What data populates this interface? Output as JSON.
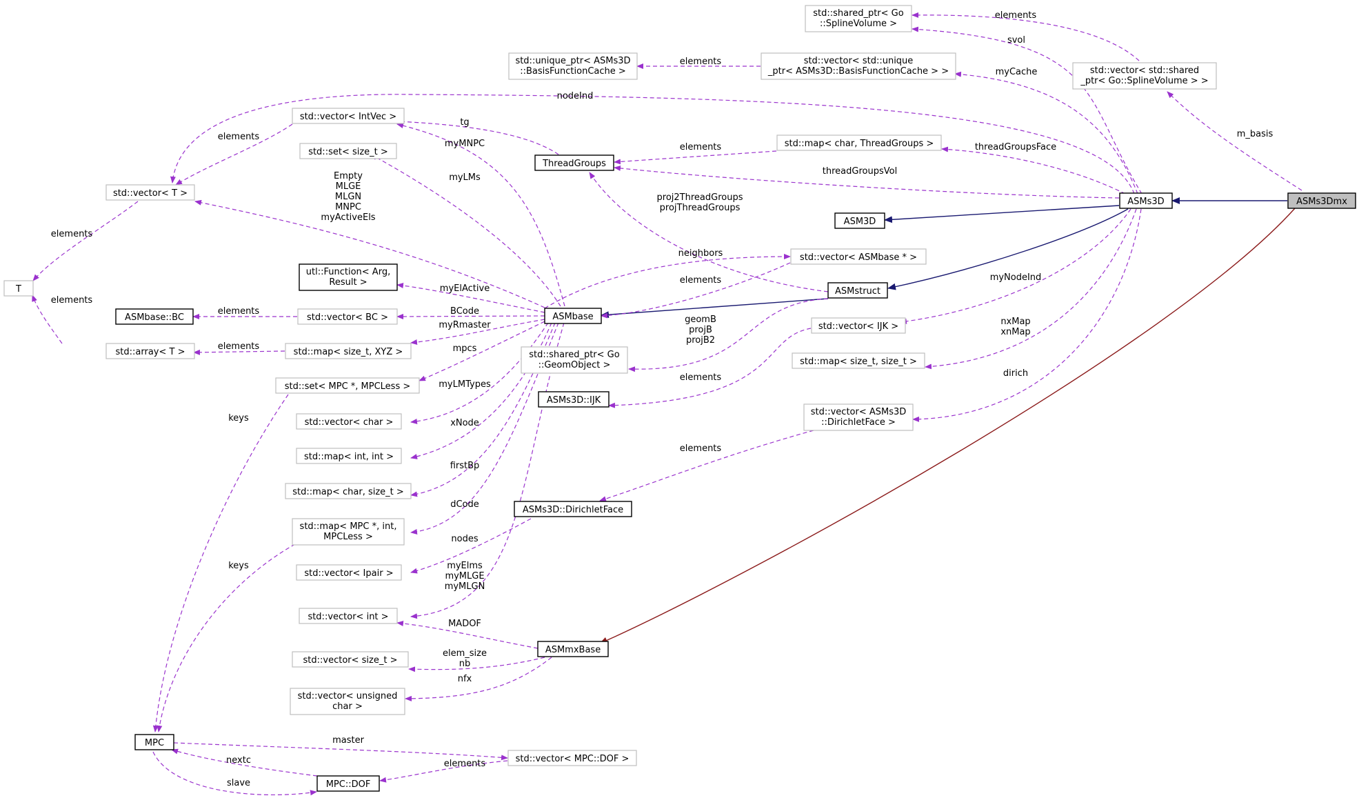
{
  "nodes": {
    "asms3dmx": "ASMs3Dmx",
    "asms3d": "ASMs3D",
    "asm3d": "ASM3D",
    "asmstruct": "ASMstruct",
    "asmbase": "ASMbase",
    "asmmxbase": "ASMmxBase",
    "threadgroups": "ThreadGroups",
    "t": "T",
    "mpc": "MPC",
    "mpc_dof": "MPC::DOF",
    "asmbase_bc": "ASMbase::BC",
    "asms3d_ijk": "ASMs3D::IJK",
    "asms3d_dirichletface": "ASMs3D::DirichletFace",
    "shared_ptr_splinevolume": [
      "std::shared_ptr< Go",
      "::SplineVolume >"
    ],
    "vector_shared_ptr_splinevolume": [
      "std::vector< std::shared",
      "_ptr< Go::SplineVolume > >"
    ],
    "unique_ptr_basisfunctioncache": [
      "std::unique_ptr< ASMs3D",
      "::BasisFunctionCache >"
    ],
    "vector_unique_ptr_basisfunctioncache": [
      "std::vector< std::unique",
      "_ptr< ASMs3D::BasisFunctionCache > >"
    ],
    "vector_intvec": "std::vector< IntVec >",
    "set_size_t": "std::set< size_t >",
    "vector_T": "std::vector< T >",
    "map_char_threadgroups": "std::map< char, ThreadGroups >",
    "utl_function": [
      "utl::Function< Arg,",
      "Result >"
    ],
    "vector_bc": "std::vector< BC >",
    "vector_asmbase_ptr": "std::vector< ASMbase * >",
    "map_size_t_xyz": "std::map< size_t, XYZ >",
    "array_T": "std::array< T >",
    "vector_ijk": "std::vector< IJK >",
    "shared_ptr_geomobject": [
      "std::shared_ptr< Go",
      "::GeomObject >"
    ],
    "map_size_t_size_t": "std::map< size_t, size_t >",
    "set_mpc_mpcless": "std::set< MPC *, MPCLess >",
    "vector_char": "std::vector< char >",
    "map_int_int": "std::map< int, int >",
    "map_char_size_t": "std::map< char, size_t >",
    "vector_dirichletface": [
      "std::vector< ASMs3D",
      "::DirichletFace >"
    ],
    "map_mpc_int_mpcless": [
      "std::map< MPC *, int,",
      "MPCLess >"
    ],
    "vector_ipair": "std::vector< Ipair >",
    "vector_int": "std::vector< int >",
    "vector_size_t": "std::vector< size_t >",
    "vector_unsigned_char": [
      "std::vector< unsigned",
      "char >"
    ],
    "vector_mpc_dof": "std::vector< MPC::DOF >"
  },
  "edge_labels": {
    "elements": "elements",
    "svol": "svol",
    "m_basis": "m_basis",
    "mycache": "myCache",
    "nodeind": "nodeInd",
    "tg": "tg",
    "mymnpc": "myMNPC",
    "threadgroupsface": "threadGroupsFace",
    "threadgroupsvol": "threadGroupsVol",
    "mylms": "myLMs",
    "asmbase_vector_T_fields": [
      "Empty",
      "MLGE",
      "MLGN",
      "MNPC",
      "myActiveEls"
    ],
    "proj_threadgroups": [
      "proj2ThreadGroups",
      "projThreadGroups"
    ],
    "neighbors": "neighbors",
    "mynodeind": "myNodeInd",
    "myelactive": "myElActive",
    "bcode": "BCode",
    "myrmaster": "myRmaster",
    "geom_proj": [
      "geomB",
      "projB",
      "projB2"
    ],
    "nxmap_xnmap": [
      "nxMap",
      "xnMap"
    ],
    "mpcs": "mpcs",
    "keys": "keys",
    "mylmtypes": "myLMTypes",
    "dirich": "dirich",
    "xnode": "xNode",
    "firstbp": "firstBp",
    "dcode": "dCode",
    "nodes": "nodes",
    "myelms_group": [
      "myElms",
      "myMLGE",
      "myMLGN"
    ],
    "madof": "MADOF",
    "elemsize_nb": [
      "elem_size",
      "nb"
    ],
    "nfx": "nfx",
    "master": "master",
    "nextc": "nextc",
    "slave": "slave"
  }
}
